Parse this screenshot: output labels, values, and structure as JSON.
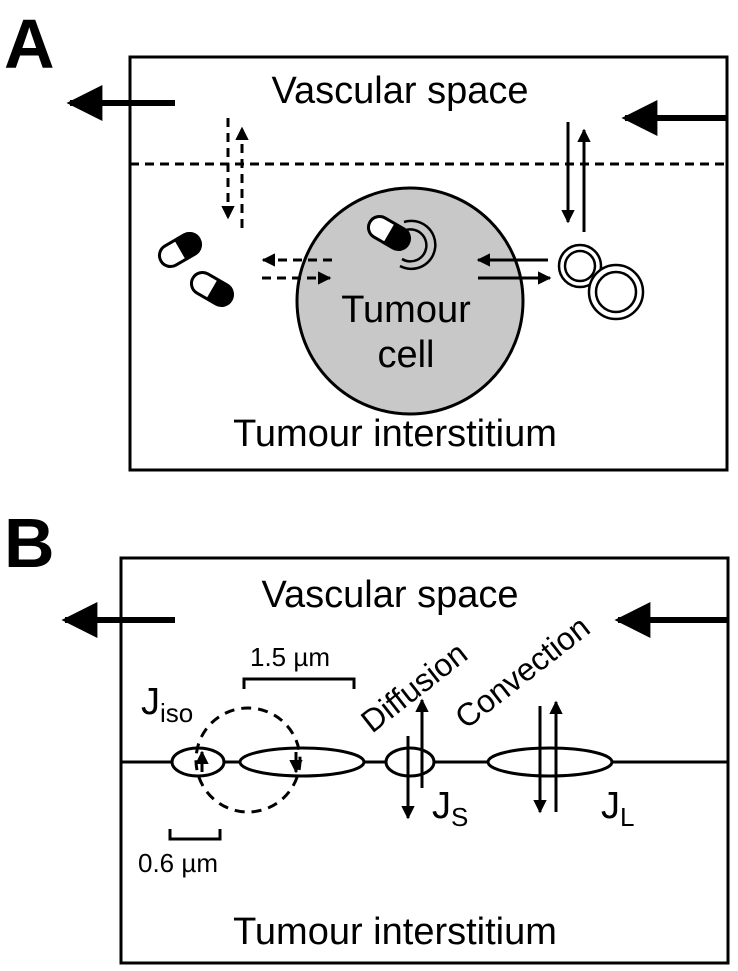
{
  "panel_a": {
    "label": "A",
    "top_text": "Vascular space",
    "bottom_text": "Tumour interstitium",
    "cell_line1": "Tumour",
    "cell_line2": "cell"
  },
  "panel_b": {
    "label": "B",
    "top_text": "Vascular space",
    "bottom_text": "Tumour interstitium",
    "scale_large": "1.5 µm",
    "scale_small": "0.6 µm",
    "j_iso_main": "J",
    "j_iso_sub": "iso",
    "diffusion": "Diffusion",
    "convection": "Convection",
    "j_s_main": "J",
    "j_s_sub": "S",
    "j_l_main": "J",
    "j_l_sub": "L"
  },
  "colors": {
    "cell_fill": "#c8c8c8",
    "stroke": "#000000"
  }
}
